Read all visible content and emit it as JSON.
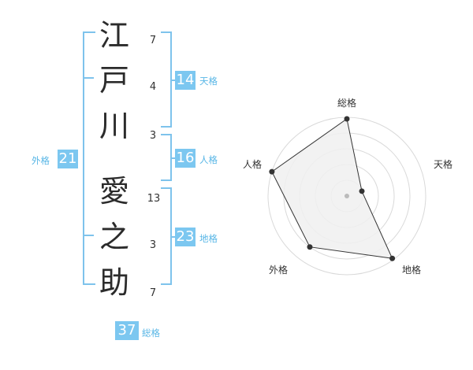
{
  "name_chars": [
    {
      "char": "江",
      "strokes": "7"
    },
    {
      "char": "戸",
      "strokes": "4"
    },
    {
      "char": "川",
      "strokes": "3"
    },
    {
      "char": "愛",
      "strokes": "13"
    },
    {
      "char": "之",
      "strokes": "3"
    },
    {
      "char": "助",
      "strokes": "7"
    }
  ],
  "kaku": {
    "tenkaku": {
      "value": "14",
      "label": "天格"
    },
    "jinkaku": {
      "value": "16",
      "label": "人格"
    },
    "chikaku": {
      "value": "23",
      "label": "地格"
    },
    "gaikaku": {
      "value": "21",
      "label": "外格"
    },
    "soukaku": {
      "value": "37",
      "label": "総格"
    }
  },
  "radar": {
    "axes": [
      {
        "key": "soukaku",
        "label": "総格",
        "level": 0.98
      },
      {
        "key": "tenkaku",
        "label": "天格",
        "level": 0.2
      },
      {
        "key": "chikaku",
        "label": "地格",
        "level": 0.98
      },
      {
        "key": "gaikaku",
        "label": "外格",
        "level": 0.8
      },
      {
        "key": "jinkaku",
        "label": "人格",
        "level": 1.0
      }
    ],
    "rings": 5,
    "colors": {
      "ring": "#d9d9d9",
      "fill": "#f0f0f0",
      "line": "#333333",
      "point": "#333333",
      "center": "#bbbbbb"
    }
  },
  "accent_color": "#7cc7f0"
}
